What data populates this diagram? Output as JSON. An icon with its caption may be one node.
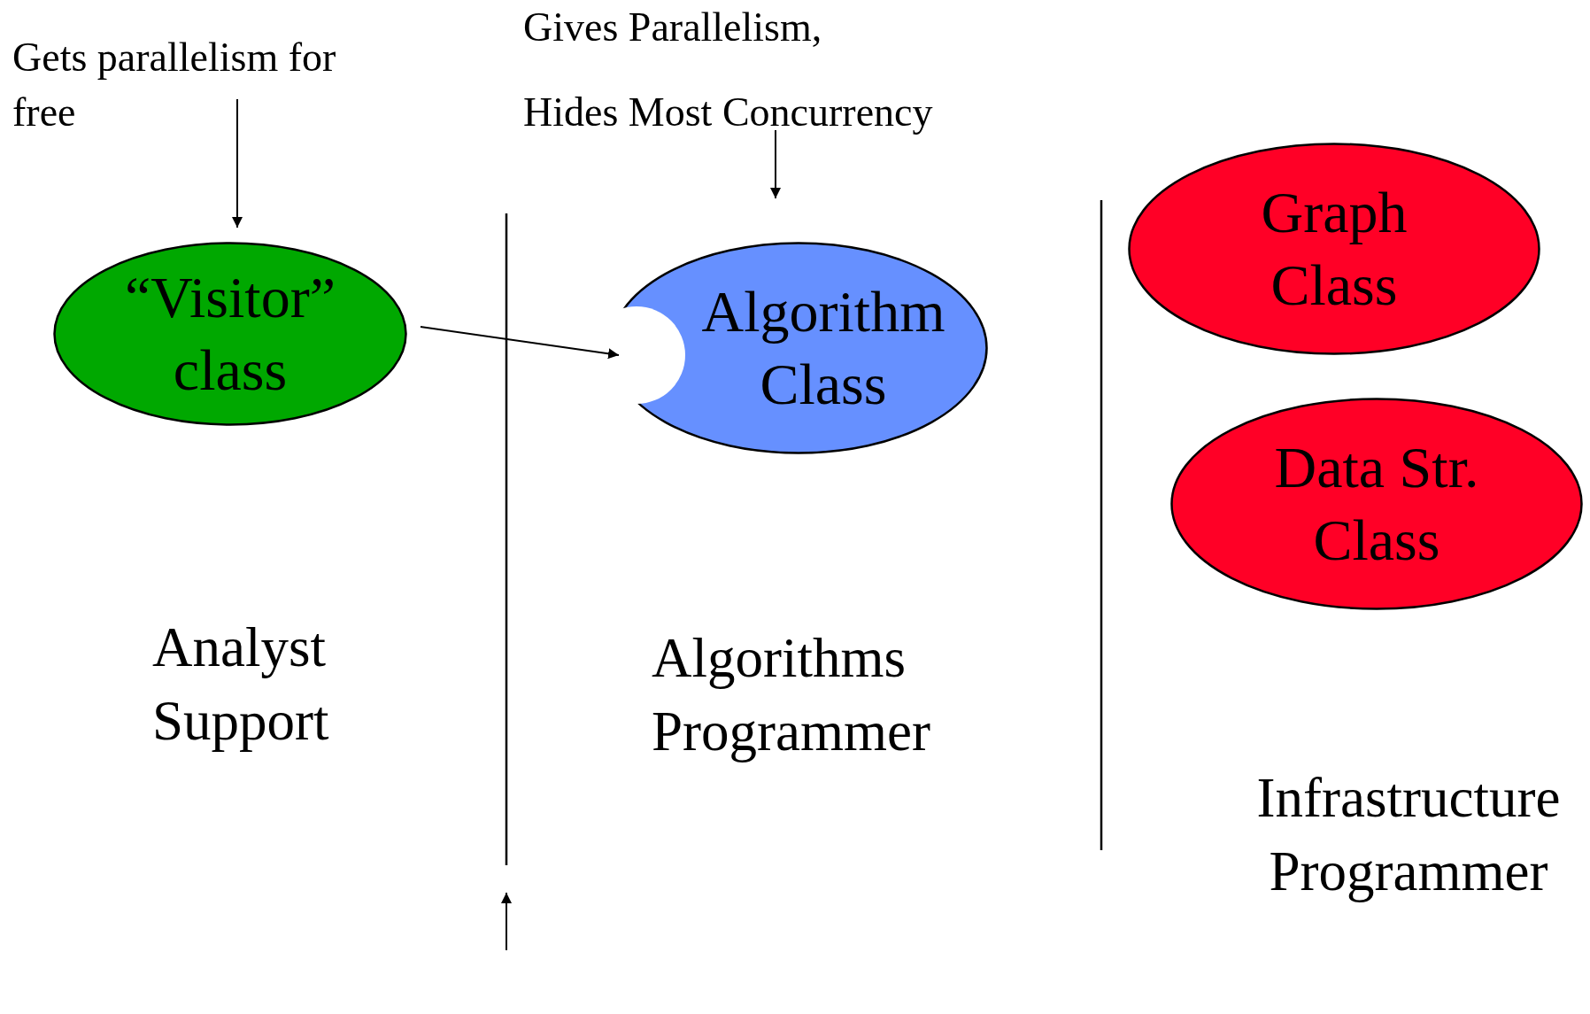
{
  "diagram": {
    "nodes": [
      {
        "text": [
          "Gets parallelism for free"
        ]
      },
      {
        "text": [
          "“Visitor” class"
        ]
      },
      {
        "text": [
          "Gives Parallelism,",
          "Hides Most Concurrency"
        ]
      },
      {
        "text": [
          "Algorithm Class"
        ]
      },
      {
        "text": [
          "Graph Class"
        ]
      },
      {
        "text": [
          "Data Str. Class"
        ]
      }
    ],
    "edges": [
      {
        "from": 0,
        "to": 1,
        "arrow": "to"
      },
      {
        "from": 1,
        "to": 3,
        "arrow": "to"
      },
      {
        "from": 2,
        "to": 3,
        "arrow": "to"
      }
    ],
    "labels": [
      "Analyst Support",
      "Algorithms Programmer",
      "Infrastructure Programmer"
    ]
  }
}
